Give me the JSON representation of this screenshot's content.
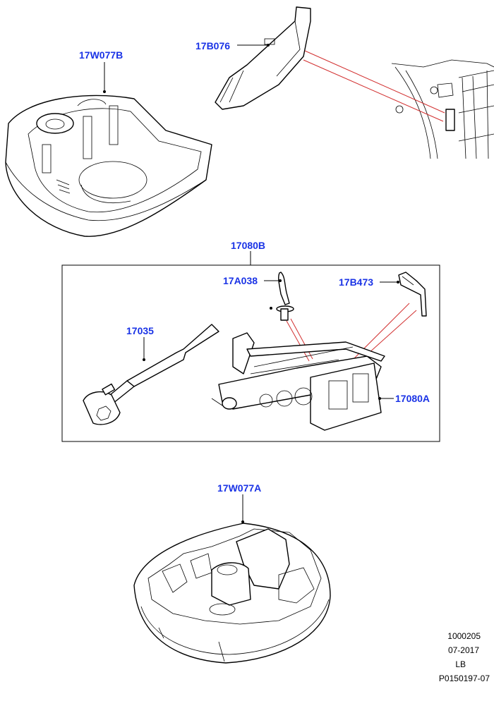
{
  "callouts": {
    "tray_upper": "17W077B",
    "bracket_top": "17B076",
    "kit_assembly": "17080B",
    "bolt": "17A038",
    "clip": "17B473",
    "wrench": "17035",
    "jack": "17080A",
    "tray_lower": "17W077A"
  },
  "footer": {
    "line1": "1000205",
    "line2": "07-2017",
    "line3": "LB",
    "line4": "P0150197-07"
  },
  "colors": {
    "callout_text": "#1a33e6",
    "leader_lines": "#000000",
    "highlight_lines": "#d23030"
  }
}
